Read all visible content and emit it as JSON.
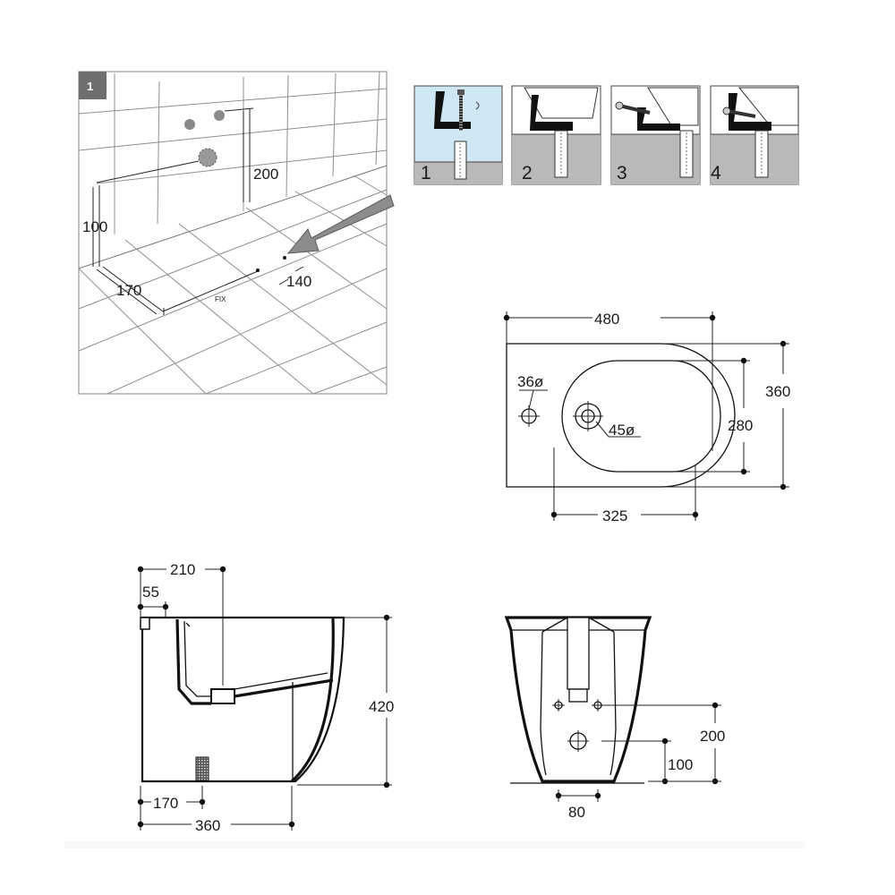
{
  "installation_view": {
    "badge": "1",
    "dimensions": {
      "d200": "200",
      "d100": "100",
      "d170": "170",
      "d140": "140"
    },
    "fix_label": "FIX"
  },
  "steps": [
    {
      "number": "1"
    },
    {
      "number": "2"
    },
    {
      "number": "3"
    },
    {
      "number": "4"
    }
  ],
  "top_view": {
    "width": "480",
    "depth": "360",
    "bowl_depth": "280",
    "bowl_width": "325",
    "tap_hole": "36ø",
    "drain_hole": "45ø"
  },
  "side_view": {
    "d210": "210",
    "d55": "55",
    "height": "420",
    "d170": "170",
    "depth": "360"
  },
  "back_view": {
    "d200": "200",
    "d100": "100",
    "d80": "80"
  },
  "colors": {
    "line": "#111111",
    "grid": "#8f8f8f",
    "step_highlight": "#cfe7f3",
    "floor_section": "#b9b9b9",
    "badge": "#6e6e6e"
  }
}
